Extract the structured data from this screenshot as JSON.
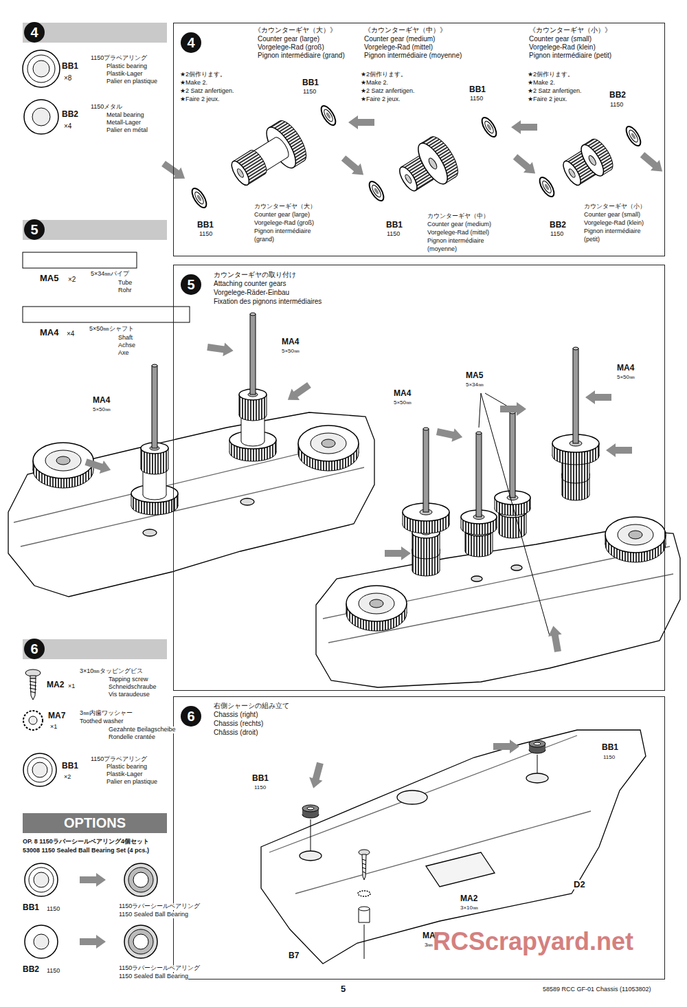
{
  "diagram": {
    "nodes": [
      {
        "text": [
          "4"
        ]
      },
      {
        "text": [
          "5"
        ]
      },
      {
        "text": [
          "6"
        ]
      },
      {
        "text": [
          "OPTIONS"
        ]
      },
      {
        "text": [
          "4"
        ]
      },
      {
        "text": [
          "5"
        ]
      },
      {
        "text": [
          "6"
        ]
      }
    ],
    "labels": [
      "BB1",
      "×8",
      "1150プラベアリング",
      "Plastic bearing",
      "Plastik-Lager",
      "Palier en plastique",
      "BB2",
      "×4",
      "1150メタル",
      "Metal bearing",
      "Metall-Lager",
      "Palier en métal",
      "MA5",
      "×2",
      "5×34㎜パイプ",
      "Tube",
      "Rohr",
      "MA4",
      "×4",
      "5×50㎜シャフト",
      "Shaft",
      "Achse",
      "Axe",
      "MA2",
      "×1",
      "3×10㎜タッピングビス",
      "Tapping screw",
      "Schneidschraube",
      "Vis taraudeuse",
      "MA7",
      "×1",
      "3㎜内歯ワッシャー",
      "Toothed washer",
      "Gezahnte Beilagscheibe",
      "Rondelle crantée",
      "BB1",
      "×2",
      "1150プラベアリング",
      "Plastic bearing",
      "Plastik-Lager",
      "Palier en plastique",
      "OP. 8 1150ラバーシールベアリング4個セット",
      "53008 1150 Sealed Ball Bearing Set (4 pcs.)",
      "BB1",
      "1150",
      "1150ラバーシールベアリング",
      "1150 Sealed Ball Bearing",
      "BB2",
      "1150",
      "1150ラバーシールベアリング",
      "1150 Sealed Ball Bearing",
      "《カウンターギヤ（大）》",
      "Counter gear (large)",
      "Vorgelege-Rad (groß)",
      "Pignon intermédiaire (grand)",
      "★2個作ります。",
      "★Make 2.",
      "★2 Satz anfertigen.",
      "★Faire 2 jeux.",
      "BB1",
      "1150",
      "BB1",
      "1150",
      "カウンターギヤ（大）",
      "Counter gear (large)",
      "Vorgelege-Rad (groß)",
      "Pignon intermédiaire",
      "(grand)",
      "《カウンターギヤ（中）》",
      "Counter gear (medium)",
      "Vorgelege-Rad (mittel)",
      "Pignon intermédiaire (moyenne)",
      "★2個作ります。",
      "★Make 2.",
      "★2 Satz anfertigen.",
      "★Faire 2 jeux.",
      "BB1",
      "1150",
      "BB1",
      "1150",
      "カウンターギヤ（中）",
      "Counter gear (medium)",
      "Vorgelege-Rad (mittel)",
      "Pignon intermédiaire",
      "(moyenne)",
      "《カウンターギヤ（小）》",
      "Counter gear (small)",
      "Vorgelege-Rad (klein)",
      "Pignon intermédiaire (petit)",
      "★2個作ります。",
      "★Make 2.",
      "★2 Satz anfertigen.",
      "★Faire 2 jeux.",
      "BB2",
      "1150",
      "BB2",
      "1150",
      "カウンターギヤ（小）",
      "Counter gear (small)",
      "Vorgelege-Rad (klein)",
      "Pignon intermédiaire",
      "(petit)",
      "カウンターギヤの取り付け",
      "Attaching counter gears",
      "Vorgelege-Räder-Einbau",
      "Fixation des pignons intermédiaires",
      "MA4",
      "5×50㎜",
      "MA4",
      "5×50㎜",
      "MA4",
      "5×50㎜",
      "MA5",
      "5×34㎜",
      "MA4",
      "5×50㎜",
      "右側シャーシの組み立て",
      "Chassis (right)",
      "Chassis (rechts)",
      "Châssis (droit)",
      "BB1",
      "1150",
      "BB1",
      "1150",
      "D2",
      "MA2",
      "3×10㎜",
      "MA7",
      "3㎜",
      "B7",
      "5",
      "58589 RCC GF-01 Chassis (11053802)",
      "RCScrapyard.net"
    ]
  }
}
